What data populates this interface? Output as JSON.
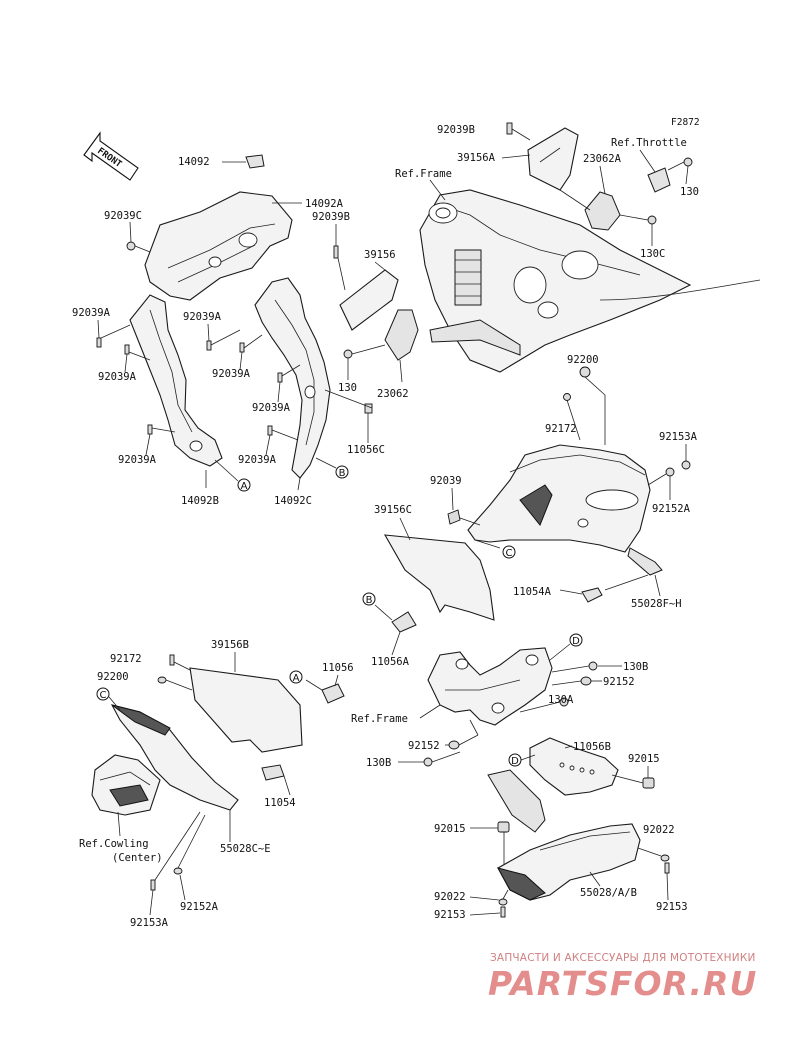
{
  "figure_id": "F2872",
  "front_arrow": "FRONT",
  "refs": {
    "frame_top": "Ref.Frame",
    "throttle": "Ref.Throttle",
    "frame_mid": "Ref.Frame",
    "cowling_line1": "Ref.Cowling",
    "cowling_line2": "(Center)"
  },
  "callouts": [
    "A",
    "B",
    "C",
    "D"
  ],
  "labels": [
    {
      "id": "p14092",
      "text": "14092"
    },
    {
      "id": "p14092a",
      "text": "14092A"
    },
    {
      "id": "p92039c",
      "text": "92039C"
    },
    {
      "id": "p92039b_l",
      "text": "92039B"
    },
    {
      "id": "p92039a_1",
      "text": "92039A"
    },
    {
      "id": "p92039a_2",
      "text": "92039A"
    },
    {
      "id": "p92039a_3",
      "text": "92039A"
    },
    {
      "id": "p92039a_4",
      "text": "92039A"
    },
    {
      "id": "p92039a_5",
      "text": "92039A"
    },
    {
      "id": "p92039a_6",
      "text": "92039A"
    },
    {
      "id": "p92039a_7",
      "text": "92039A"
    },
    {
      "id": "p14092b",
      "text": "14092B"
    },
    {
      "id": "p14092c",
      "text": "14092C"
    },
    {
      "id": "p11056c",
      "text": "11056C"
    },
    {
      "id": "p39156",
      "text": "39156"
    },
    {
      "id": "p130_a",
      "text": "130"
    },
    {
      "id": "p23062",
      "text": "23062"
    },
    {
      "id": "p92039b_t",
      "text": "92039B"
    },
    {
      "id": "p39156a",
      "text": "39156A"
    },
    {
      "id": "p23062a",
      "text": "23062A"
    },
    {
      "id": "p130_b",
      "text": "130"
    },
    {
      "id": "p130c",
      "text": "130C"
    },
    {
      "id": "p92200_r",
      "text": "92200"
    },
    {
      "id": "p92172_r",
      "text": "92172"
    },
    {
      "id": "p92153a_r",
      "text": "92153A"
    },
    {
      "id": "p92152a_r",
      "text": "92152A"
    },
    {
      "id": "p92039",
      "text": "92039"
    },
    {
      "id": "p39156c",
      "text": "39156C"
    },
    {
      "id": "p11054a",
      "text": "11054A"
    },
    {
      "id": "p55028fh",
      "text": "55028F~H"
    },
    {
      "id": "p11056a",
      "text": "11056A"
    },
    {
      "id": "p92172_l",
      "text": "92172"
    },
    {
      "id": "p92200_l",
      "text": "92200"
    },
    {
      "id": "p39156b",
      "text": "39156B"
    },
    {
      "id": "p11056",
      "text": "11056"
    },
    {
      "id": "p11054",
      "text": "11054"
    },
    {
      "id": "p55028ce",
      "text": "55028C~E"
    },
    {
      "id": "p92152a_l",
      "text": "92152A"
    },
    {
      "id": "p92153a_l",
      "text": "92153A"
    },
    {
      "id": "p130b_1",
      "text": "130B"
    },
    {
      "id": "p92152_1",
      "text": "92152"
    },
    {
      "id": "p130a",
      "text": "130A"
    },
    {
      "id": "p92152_2",
      "text": "92152"
    },
    {
      "id": "p130b_2",
      "text": "130B"
    },
    {
      "id": "p11056b",
      "text": "11056B"
    },
    {
      "id": "p92015_r",
      "text": "92015"
    },
    {
      "id": "p92015_l",
      "text": "92015"
    },
    {
      "id": "p92022_r",
      "text": "92022"
    },
    {
      "id": "p92022_l",
      "text": "92022"
    },
    {
      "id": "p55028ab",
      "text": "55028/A/B"
    },
    {
      "id": "p92153_r",
      "text": "92153"
    },
    {
      "id": "p92153_l",
      "text": "92153"
    }
  ],
  "watermark": {
    "tagline": "ЗАПЧАСТИ И АКСЕССУАРЫ ДЛЯ МОТОТЕХНИКИ",
    "logo": "PARTSFOR.RU"
  }
}
